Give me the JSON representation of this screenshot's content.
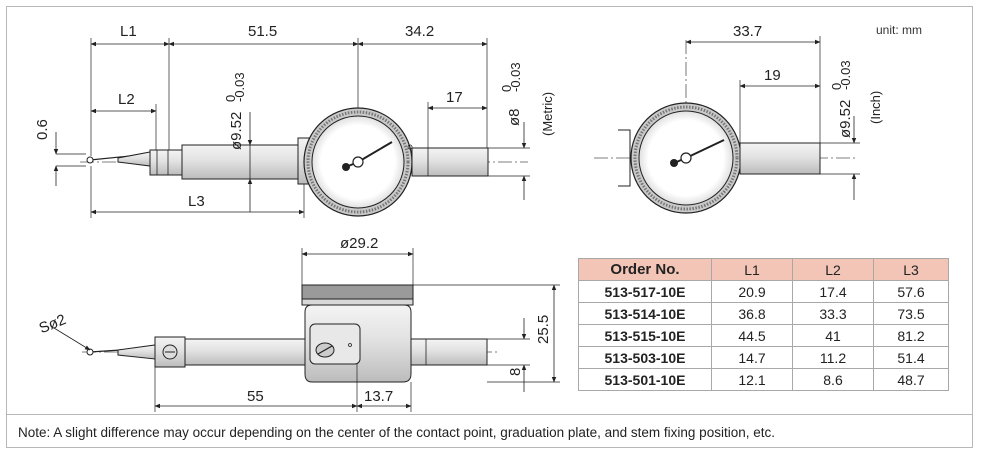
{
  "unit_label": "unit: mm",
  "note": "Note: A slight difference may occur depending on the center of the contact point, graduation plate, and stem fixing position, etc.",
  "front_view": {
    "dim_L1": "L1",
    "dim_51_5": "51.5",
    "dim_34_2": "34.2",
    "dim_L2": "L2",
    "dim_0_6": "0.6",
    "dim_stem_dia": "ø9.52",
    "dim_stem_tol": "-0.03",
    "dim_stem_tol_top": "0",
    "dim_17": "17",
    "dim_8": "ø8",
    "dim_8_tol": "-0.03",
    "dim_8_tol_top": "0",
    "metric_label": "(Metric)",
    "dim_L3": "L3"
  },
  "side_view": {
    "dim_33_7": "33.7",
    "dim_19": "19",
    "dim_stem_dia": "ø9.52",
    "dim_stem_tol": "-0.03",
    "dim_stem_tol_top": "0",
    "inch_label": "(Inch)"
  },
  "bottom_view": {
    "dim_29_2": "ø29.2",
    "dim_sphere": "Sø2",
    "dim_25_5": "25.5",
    "dim_8": "8",
    "dim_55": "55",
    "dim_13_7": "13.7"
  },
  "table": {
    "headers": [
      "Order No.",
      "L1",
      "L2",
      "L3"
    ],
    "rows": [
      [
        "513-517-10E",
        "20.9",
        "17.4",
        "57.6"
      ],
      [
        "513-514-10E",
        "36.8",
        "33.3",
        "73.5"
      ],
      [
        "513-515-10E",
        "44.5",
        "41",
        "81.2"
      ],
      [
        "513-503-10E",
        "14.7",
        "11.2",
        "51.4"
      ],
      [
        "513-501-10E",
        "12.1",
        "8.6",
        "48.7"
      ]
    ]
  },
  "colors": {
    "header_fill": "#f2c5b6",
    "line": "#222222",
    "body_fill": "#e6e6e6"
  }
}
